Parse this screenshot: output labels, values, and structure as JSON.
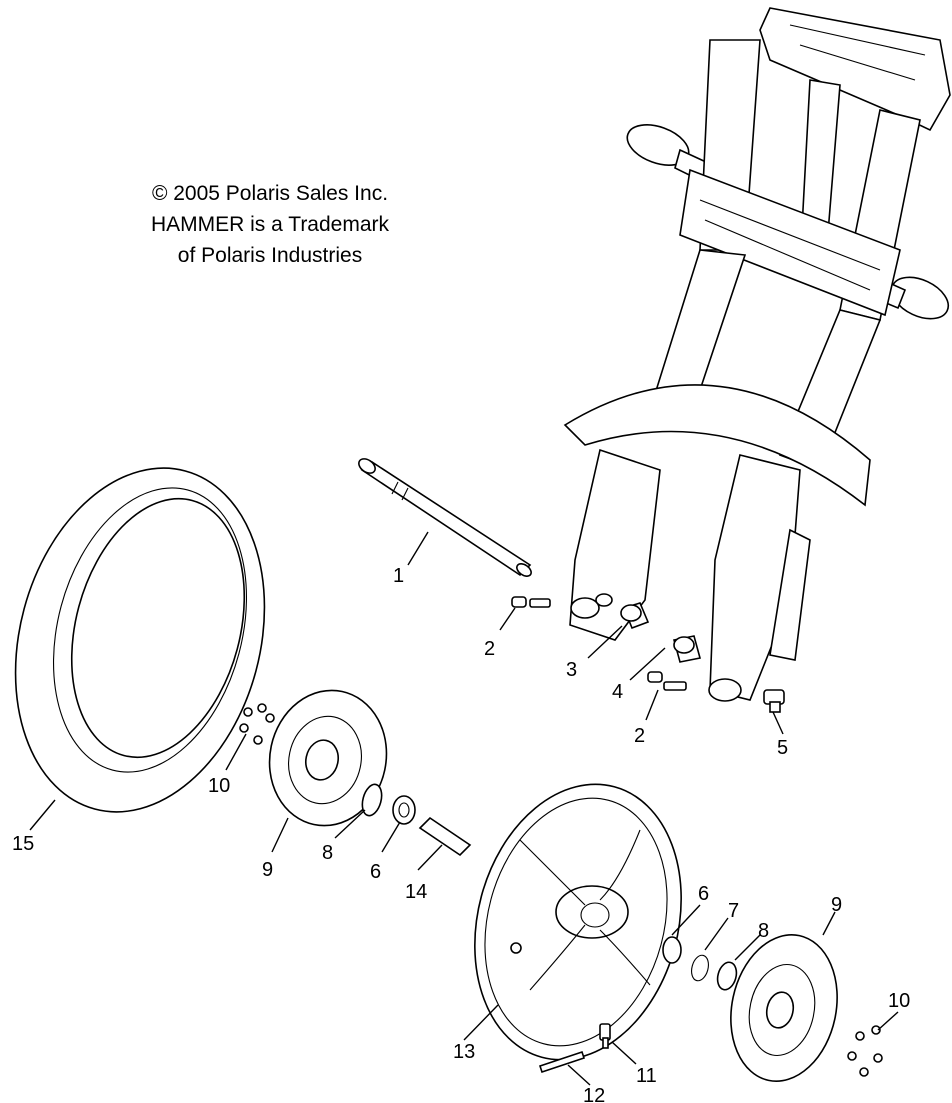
{
  "copyright": {
    "line1": "© 2005 Polaris Sales Inc.",
    "line2": "HAMMER is a Trademark",
    "line3": "of Polaris Industries"
  },
  "callouts": [
    "1",
    "2",
    "3",
    "4",
    "2",
    "5",
    "10",
    "15",
    "9",
    "8",
    "6",
    "14",
    "13",
    "6",
    "7",
    "8",
    "9",
    "10",
    "11",
    "12"
  ],
  "colors": {
    "line": "#000000",
    "background": "#ffffff"
  }
}
